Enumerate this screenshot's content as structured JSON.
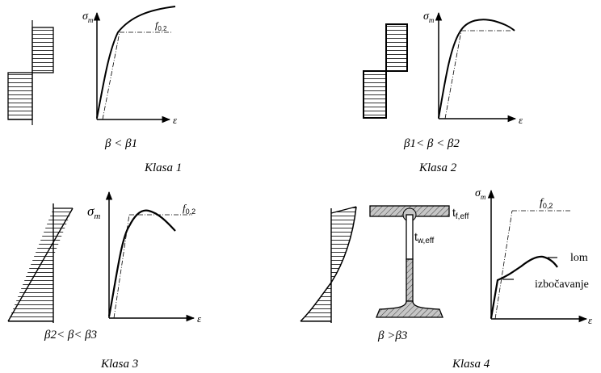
{
  "axis_labels": {
    "stress": "σ",
    "stress_sub": "m",
    "strain": "ε"
  },
  "proof_stress": {
    "main": "f",
    "sub": "0,2"
  },
  "panels": [
    {
      "id": "k1",
      "condition": "β < β1",
      "class_label": "Klasa 1"
    },
    {
      "id": "k2",
      "condition": "β1< β < β2",
      "class_label": "Klasa 2"
    },
    {
      "id": "k3",
      "condition": "β2< β< β3",
      "class_label": "Klasa 3"
    },
    {
      "id": "k4",
      "condition": "β >β3",
      "class_label": "Klasa 4"
    }
  ],
  "section4": {
    "flange_thickness": {
      "main": "t",
      "sub": "f,eff"
    },
    "web_thickness": {
      "main": "t",
      "sub": "w,eff"
    }
  },
  "curve_labels": {
    "failure": "lom",
    "buckling": "izbočavanje"
  }
}
